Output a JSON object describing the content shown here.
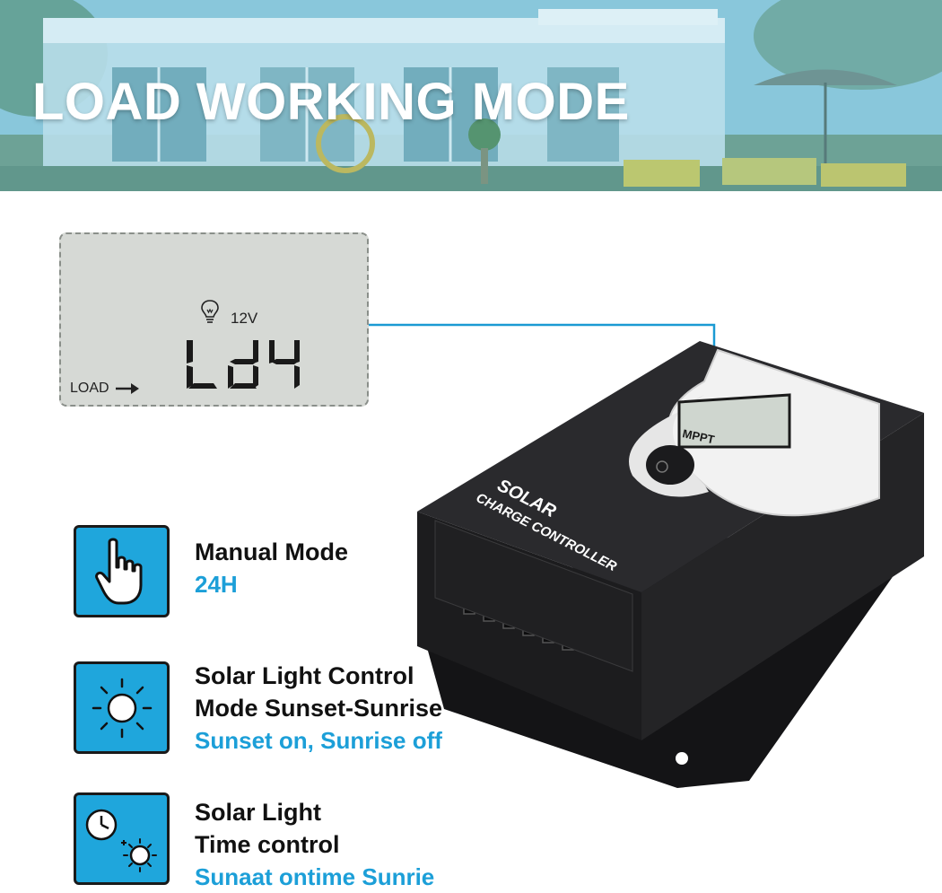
{
  "banner": {
    "title": "LOAD WORKING MODE"
  },
  "lcd": {
    "voltage": "12V",
    "mode_code": "Ld4",
    "load_label": "LOAD",
    "bulb_icon": "light-bulb-icon",
    "arrow_icon": "arrow-right-icon"
  },
  "device": {
    "brand_line1": "SOLAR",
    "brand_line2": "CHARGE CONTROLLER",
    "badge": "MPPT"
  },
  "features": [
    {
      "icon": "hand-pointer-icon",
      "title_lines": [
        "Manual Mode"
      ],
      "subtitle": "24H"
    },
    {
      "icon": "sun-icon",
      "title_lines": [
        "Solar Light Control",
        "Mode Sunset-Sunrise"
      ],
      "subtitle": "Sunset on, Sunrise off"
    },
    {
      "icon": "clock-sun-icon",
      "title_lines": [
        "Solar Light",
        "Time control"
      ],
      "subtitle": "Sunaat ontime Sunrie"
    }
  ],
  "colors": {
    "accent": "#1fa6dc",
    "subtitle": "#1c9fd8",
    "lcd_bg": "#d6d9d5",
    "device_body": "#1c1c1e"
  }
}
